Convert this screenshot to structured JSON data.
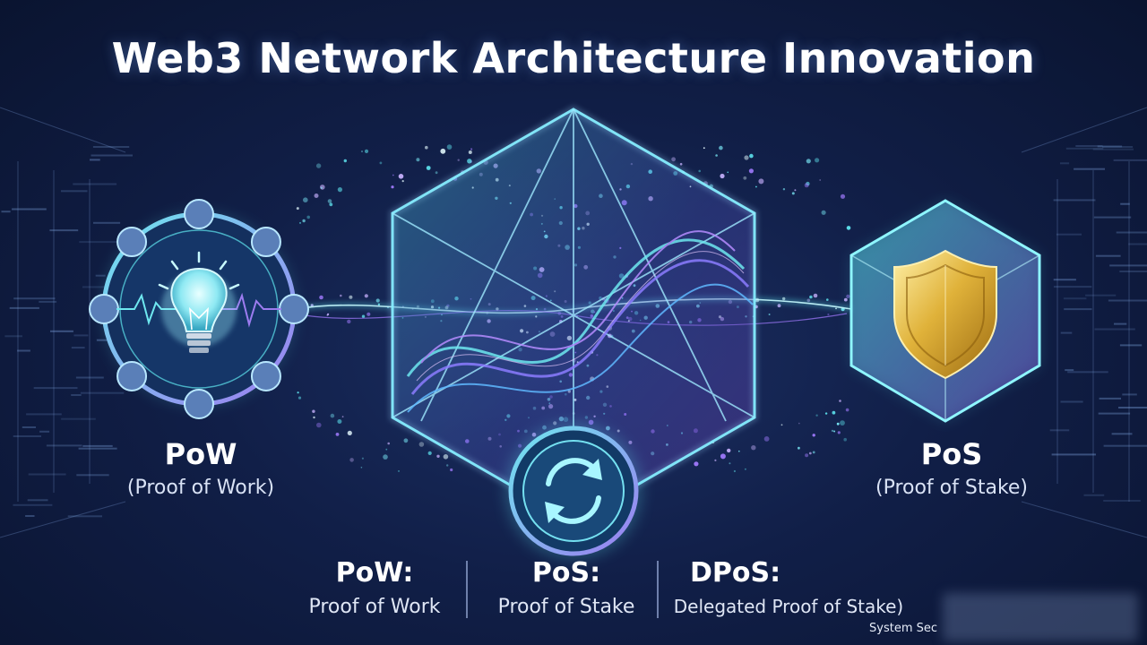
{
  "title": "Web3 Network Architecture Innovation",
  "nodes": {
    "pow": {
      "abbr": "PoW",
      "full": "(Proof of Work)",
      "icon": "lightbulb-icon"
    },
    "pos": {
      "abbr": "PoS",
      "full": "(Proof of Stake)",
      "icon": "shield-icon"
    },
    "center": {
      "icon": "sync-icon"
    }
  },
  "definitions": [
    {
      "term": "PoW:",
      "desc": "Proof of Work"
    },
    {
      "term": "PoS:",
      "desc": "Proof of Stake"
    },
    {
      "term": "DPoS:",
      "desc": "Delegated Proof of Stake)"
    }
  ],
  "footer": {
    "text": "System Sec"
  },
  "colors": {
    "background": "#111f48",
    "cyan_glow": "#5fe6f0",
    "violet_glow": "#a27bff",
    "shield_gold": "#e0b23a"
  }
}
